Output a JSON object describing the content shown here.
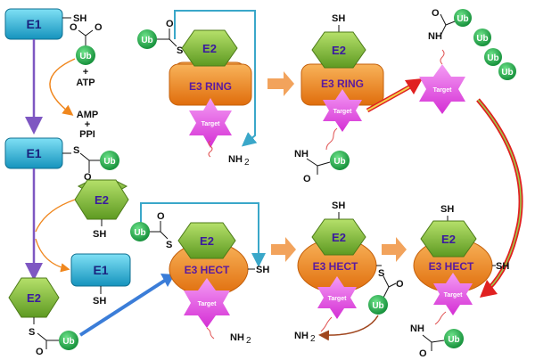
{
  "labels": {
    "e1": "E1",
    "e2": "E2",
    "ub": "Ub",
    "sh": "SH",
    "s": "S",
    "o": "O",
    "nh": "NH",
    "nh2": "NH",
    "nh2_sub": "2",
    "atp": "ATP",
    "amp": "AMP",
    "ppi": "PPI",
    "plus": "+",
    "e3_ring": "E3 RING",
    "e3_hect": "E3 HECT",
    "target": "Target"
  },
  "colors": {
    "e1_fill": "#29b6d9",
    "e2_fill": "#8dc63f",
    "e3_fill": "#f0871e",
    "ub_fill": "#1aa84a",
    "target_fill": "#e84ee8",
    "arrow_purple": "#7e57c2",
    "arrow_orange": "#f0871e",
    "arrow_blue": "#3b7dd8",
    "arrow_red": "#e02020",
    "arrow_brown": "#a0461e",
    "line_teal": "#3aa7c9"
  }
}
